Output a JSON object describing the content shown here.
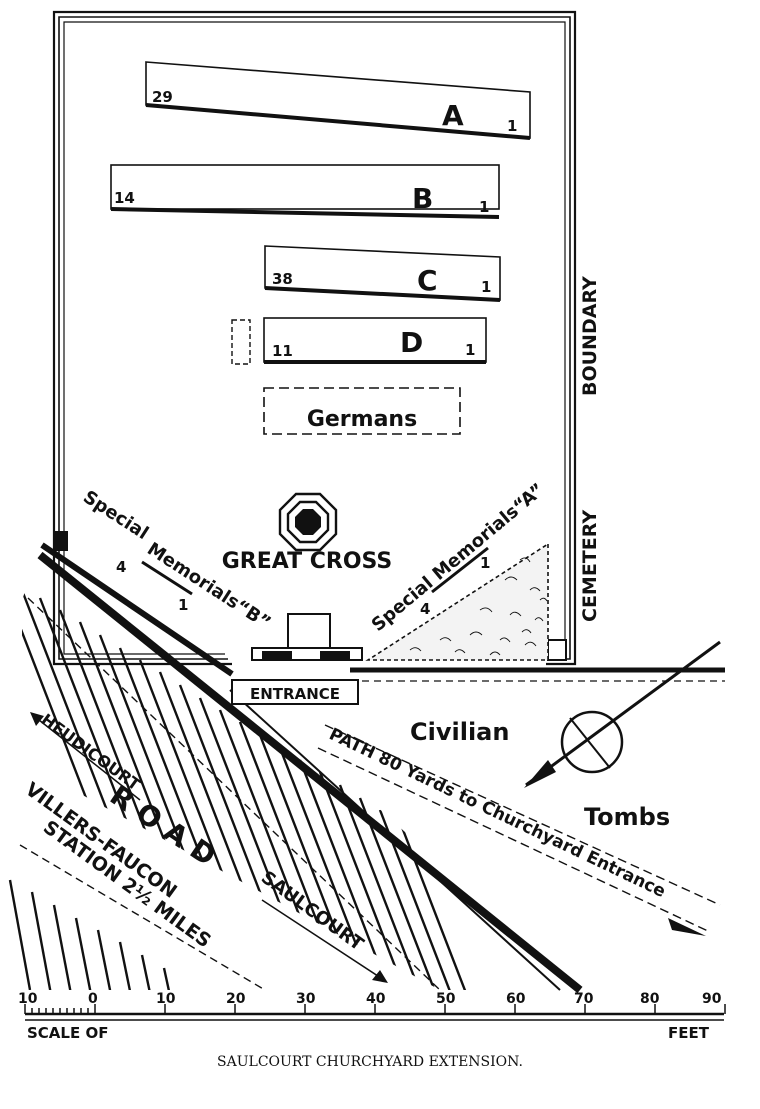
{
  "plots": [
    {
      "row": "A",
      "first": "29",
      "last": "1"
    },
    {
      "row": "B",
      "first": "14",
      "last": "1"
    },
    {
      "row": "C",
      "first": "38",
      "last": "1"
    },
    {
      "row": "D",
      "first": "11",
      "last": "1"
    }
  ],
  "labels": {
    "germans": "Germans",
    "great_cross": "GREAT CROSS",
    "entrance": "ENTRANCE",
    "boundary": "BOUNDARY",
    "cemetery": "CEMETERY",
    "civilian": "Civilian",
    "tombs": "Tombs",
    "road": "R O A D",
    "heudicourt": "HEUDICOURT",
    "saulcourt": "SAULCOURT",
    "villers": "VILLERS-FAUCON",
    "station": "STATION 2½ MILES",
    "path": "PATH 80 Yards to Churchyard Entrance",
    "special_b_title": "Special",
    "special_b_word": "Memorials“B”",
    "special_b_top": "4",
    "special_b_bottom": "1",
    "special_a_title": "Special Memorials“A”",
    "special_a_top": "1",
    "special_a_bottom": "4"
  },
  "scale": {
    "ticks": [
      "10",
      "0",
      "10",
      "20",
      "30",
      "40",
      "50",
      "60",
      "70",
      "80",
      "90"
    ],
    "left_label": "SCALE OF",
    "right_label": "FEET"
  },
  "caption": "SAULCOURT CHURCHYARD EXTENSION."
}
